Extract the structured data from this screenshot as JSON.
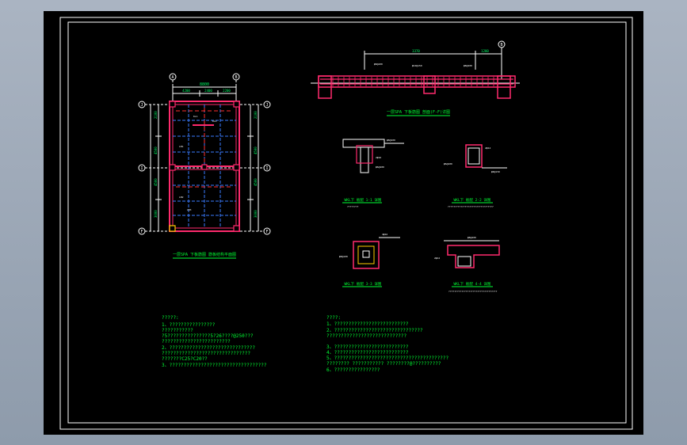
{
  "colors": {
    "background": "#9aa6b6",
    "paper": "#000000",
    "frame": "#ffffff",
    "line": "#ffffff",
    "rebar": "#ff2a6d",
    "dim": "#00ff66",
    "grid_blue": "#3a7bff",
    "grid_red": "#ff3030",
    "text": "#00ff33",
    "title": "#00ff33"
  },
  "plan": {
    "title": "一层SPA 下板筋图 筋板结构平面图",
    "axes_top": [
      "A",
      "B"
    ],
    "axes_side": [
      "J",
      "I",
      "F"
    ],
    "top_dim_total": "8800",
    "top_dim_parts": [
      "4200",
      "2400",
      "2200"
    ],
    "side_dims_left": [
      "2100",
      "4500",
      "4500",
      "3000"
    ],
    "side_dims_right": [
      "2100",
      "4500",
      "4500",
      "3000"
    ]
  },
  "section": {
    "axis": "B",
    "dim_left": "3370",
    "dim_right": "1200",
    "title": "一层SPA 下板筋图 剖面(F-F)详图"
  },
  "details": [
    {
      "title": "WKL下 板配 1-1 详图",
      "note": "????????"
    },
    {
      "title": "WKL下 板配 2-2 详图",
      "note": "????????????????????????????????"
    },
    {
      "title": "WKL下 板配 3-3 详图",
      "note": ""
    },
    {
      "title": "WKL下 板配 4-4 详图",
      "note": "??????????????????????????????????"
    }
  ],
  "notes_left": {
    "heading": "?????:",
    "lines": [
      "1、????????????????",
      "    ???????????",
      "    ?5???????????????5?26????@250???",
      "    ????????????????????????",
      "2、??????????????????????????????",
      "    ???????????????????????????????",
      "    ???????C25?C20??",
      "3、??????????????????????????????????"
    ]
  },
  "notes_right": {
    "heading": "????:",
    "lines": [
      "1、??????????????????????????",
      "2、???????????????????????????????",
      "    ????????????????????????????",
      "3、??????????????????????????",
      "4、??????????????????????????",
      "5、????????????????????????????????????????",
      "    ????????   ???????????   ????????@??????????",
      "6、????????????????"
    ]
  }
}
